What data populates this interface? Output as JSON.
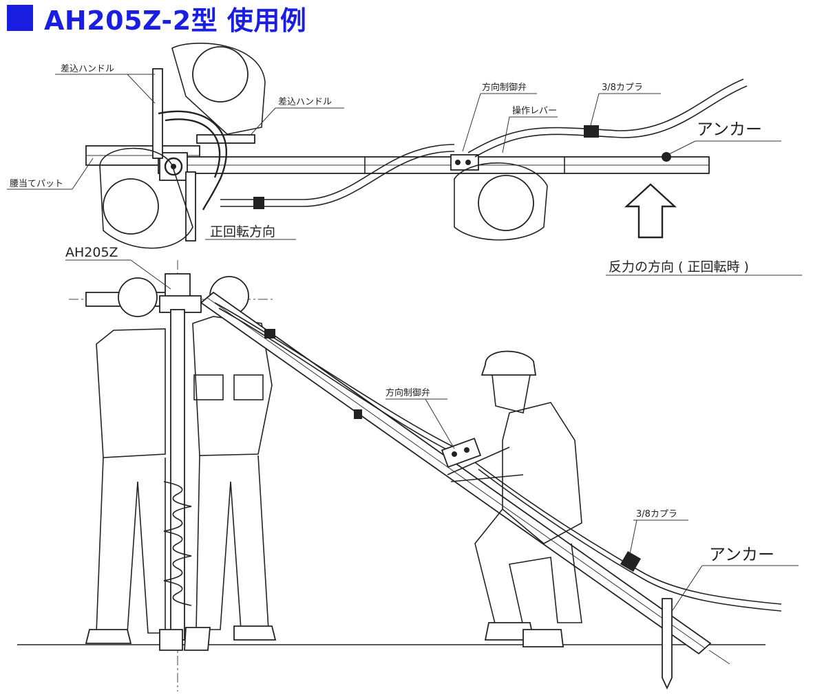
{
  "title": "AH205Z-2型 使用例",
  "colors": {
    "title": "#1a1ee0",
    "line": "#222222",
    "background": "#ffffff"
  },
  "top_view": {
    "labels": {
      "handle_insert_left": "差込ハンドル",
      "handle_insert_right": "差込ハンドル",
      "waist_pad": "腰当てパット",
      "direction_valve": "方向制御弁",
      "operation_lever": "操作レバー",
      "coupler": "3/8カプラ",
      "anchor": "アンカー",
      "forward_rotation": "正回転方向",
      "reaction_direction": "反力の方向 ( 正回転時 )"
    }
  },
  "side_view": {
    "labels": {
      "model": "AH205Z",
      "direction_valve": "方向制御弁",
      "coupler": "3/8カプラ",
      "anchor": "アンカー"
    }
  }
}
